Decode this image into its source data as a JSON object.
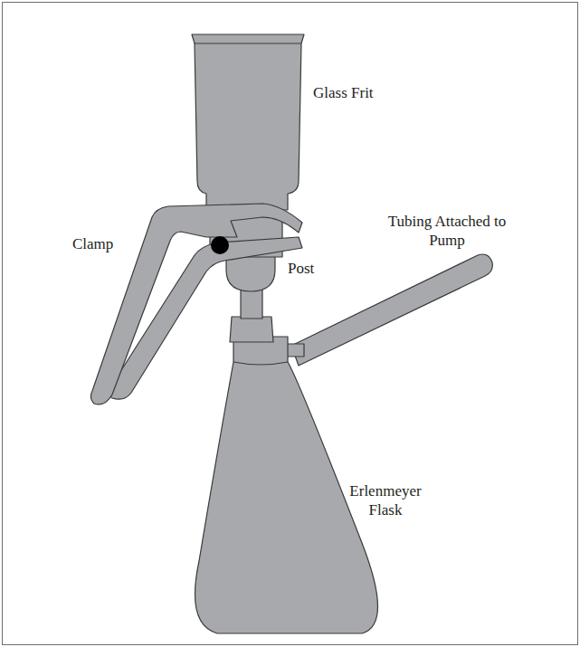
{
  "diagram": {
    "labels": [
      "Glass Frit",
      "Clamp",
      "Post",
      "Tubing Attached to Pump",
      "Erlenmeyer Flask"
    ]
  }
}
